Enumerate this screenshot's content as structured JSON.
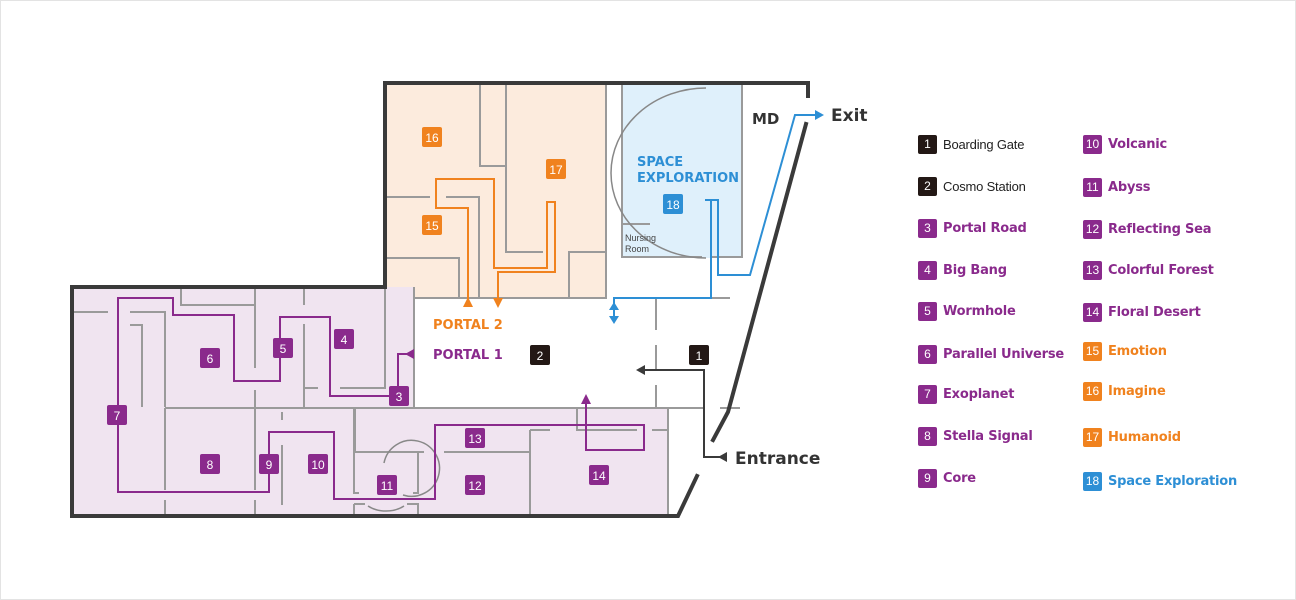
{
  "colors": {
    "purple": "#8a2a8c",
    "orange": "#f0821e",
    "blue": "#2d8fd5",
    "dark": "#231815",
    "wall": "#3a3a3a",
    "inner_wall": "#9a9a9a",
    "purple_zone": "#f0e4f0",
    "orange_zone": "#fcebdd",
    "blue_zone": "#dff0fb"
  },
  "map": {
    "labels": {
      "md": "MD",
      "exit": "Exit",
      "entrance": "Entrance",
      "portal1": "PORTAL 1",
      "portal2": "PORTAL 2",
      "space_line1": "SPACE",
      "space_line2": "EXPLORATION",
      "nursing_line1": "Nursing",
      "nursing_line2": "Room"
    },
    "markers": [
      {
        "num": "1",
        "group": "dark"
      },
      {
        "num": "2",
        "group": "dark"
      },
      {
        "num": "3",
        "group": "purple"
      },
      {
        "num": "4",
        "group": "purple"
      },
      {
        "num": "5",
        "group": "purple"
      },
      {
        "num": "6",
        "group": "purple"
      },
      {
        "num": "7",
        "group": "purple"
      },
      {
        "num": "8",
        "group": "purple"
      },
      {
        "num": "9",
        "group": "purple"
      },
      {
        "num": "10",
        "group": "purple"
      },
      {
        "num": "11",
        "group": "purple"
      },
      {
        "num": "12",
        "group": "purple"
      },
      {
        "num": "13",
        "group": "purple"
      },
      {
        "num": "14",
        "group": "purple"
      },
      {
        "num": "15",
        "group": "orange"
      },
      {
        "num": "16",
        "group": "orange"
      },
      {
        "num": "17",
        "group": "orange"
      },
      {
        "num": "18",
        "group": "blue"
      }
    ]
  },
  "legend": {
    "items": [
      {
        "num": "1",
        "label": "Boarding Gate",
        "group": "dark"
      },
      {
        "num": "2",
        "label": "Cosmo Station",
        "group": "dark"
      },
      {
        "num": "3",
        "label": "Portal Road",
        "group": "purple"
      },
      {
        "num": "4",
        "label": "Big Bang",
        "group": "purple"
      },
      {
        "num": "5",
        "label": "Wormhole",
        "group": "purple"
      },
      {
        "num": "6",
        "label": "Parallel Universe",
        "group": "purple"
      },
      {
        "num": "7",
        "label": "Exoplanet",
        "group": "purple"
      },
      {
        "num": "8",
        "label": "Stella Signal",
        "group": "purple"
      },
      {
        "num": "9",
        "label": "Core",
        "group": "purple"
      },
      {
        "num": "10",
        "label": "Volcanic",
        "group": "purple"
      },
      {
        "num": "11",
        "label": "Abyss",
        "group": "purple"
      },
      {
        "num": "12",
        "label": "Reflecting Sea",
        "group": "purple"
      },
      {
        "num": "13",
        "label": "Colorful Forest",
        "group": "purple"
      },
      {
        "num": "14",
        "label": "Floral Desert",
        "group": "purple"
      },
      {
        "num": "15",
        "label": "Emotion",
        "group": "orange"
      },
      {
        "num": "16",
        "label": "Imagine",
        "group": "orange"
      },
      {
        "num": "17",
        "label": "Humanoid",
        "group": "orange"
      },
      {
        "num": "18",
        "label": "Space Exploration",
        "group": "blue"
      }
    ]
  }
}
